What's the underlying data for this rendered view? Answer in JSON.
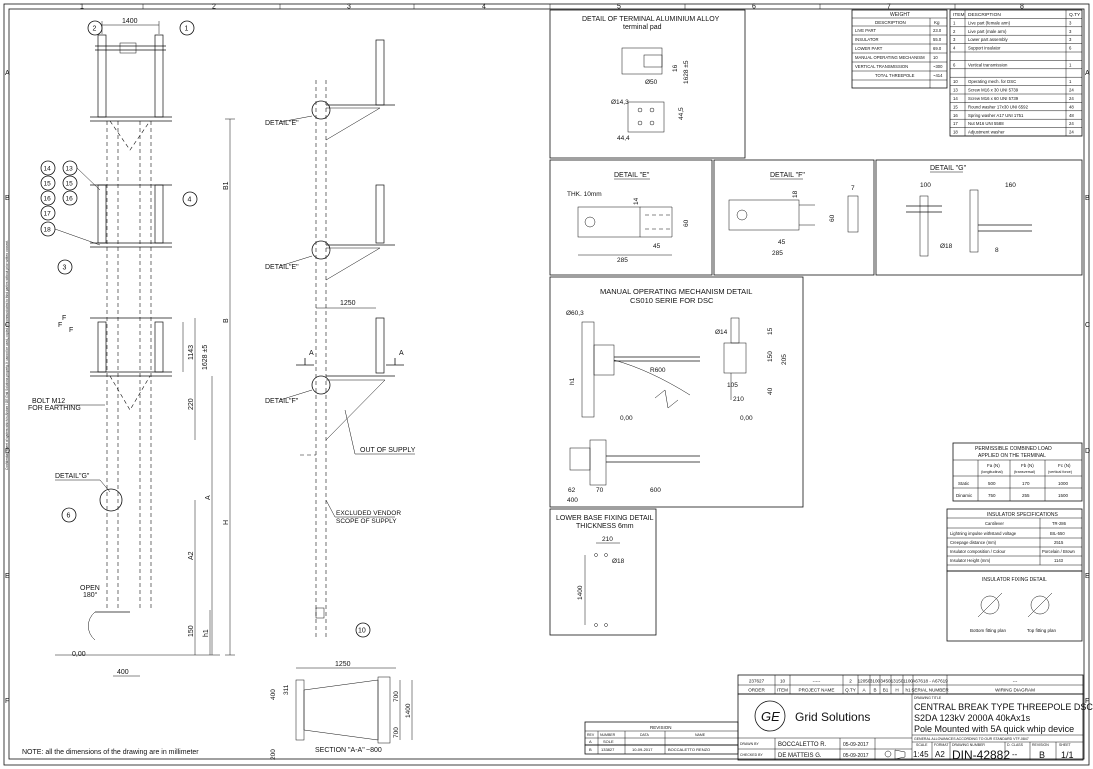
{
  "grid": {
    "cols": [
      "1",
      "2",
      "3",
      "4",
      "5",
      "6",
      "7",
      "8"
    ],
    "rows": [
      "A",
      "B",
      "C",
      "D",
      "E",
      "F"
    ]
  },
  "views": {
    "detail_e_callout": "DETAIL\"E\"",
    "detail_f_callout": "DETAIL\"F\"",
    "detail_g_callout": "DETAIL\"G\"",
    "bolt_label": "BOLT M12",
    "earthing_label": "FOR EARTHING",
    "open_label": "OPEN",
    "open_angle": "180°",
    "out_of_supply": "OUT OF SUPPLY",
    "excluded_vendor": "EXCLUDED VENDOR",
    "scope_supply": "SCOPE OF SUPPLY",
    "section_label": "SECTION \"A-A\"",
    "note": "NOTE: all the dimensions of the drawing are in millimeter",
    "section_mark": "A",
    "level": "0,00"
  },
  "dims": {
    "d1400": "1400",
    "d1250": "1250",
    "d400": "400",
    "dB1": "B1",
    "dB": "B",
    "dA": "A",
    "dH": "H",
    "dA2": "A2",
    "d150": "150",
    "dh1": "h1",
    "d1143": "1143",
    "d1628": "1628 ±5",
    "d220": "220",
    "d800": "~800",
    "d311": "311",
    "d700": "700",
    "d1400b": "1400",
    "d200": "200",
    "d400b": "400",
    "fb": "F",
    "fa": "F",
    "fc": "F",
    "item_nums": [
      "1",
      "2",
      "3",
      "4",
      "6",
      "10",
      "13",
      "14",
      "15",
      "15",
      "16",
      "16",
      "17",
      "18"
    ]
  },
  "detail_terminal": {
    "title": "DETAIL OF TERMINAL ALUMINIUM ALLOY",
    "subtitle": "terminal pad",
    "d1": "Ø50",
    "d2": "16",
    "d3": "1628 ±5",
    "d4": "Ø14,3",
    "d5": "44,5",
    "d6": "44,4"
  },
  "weight": {
    "title": "WEIGHT",
    "headers": [
      "DESCRIPTION",
      "Kg"
    ],
    "rows": [
      [
        "LIVE PART",
        "23.0"
      ],
      [
        "INSULATOR",
        "55.0"
      ],
      [
        "LOWER PART",
        "69.0"
      ],
      [
        "MANUAL OPERATING MECHANISM",
        "10"
      ],
      [
        "VERTICAL TRANSMISSION",
        "~300"
      ],
      [
        "TOTAL THREEPOLE",
        "~414"
      ]
    ]
  },
  "bom": {
    "headers": [
      "ITEM",
      "DESCRIPTION",
      "Q.TY"
    ],
    "rows": [
      [
        "1",
        "Live part (female arm)",
        "3"
      ],
      [
        "2",
        "Live part (male arm)",
        "3"
      ],
      [
        "3",
        "Lower part assembly",
        "3"
      ],
      [
        "4",
        "Support insulator",
        "6"
      ],
      [
        "",
        ""
      ],
      [
        "6",
        "Vertical transmission",
        "1"
      ],
      [
        "",
        ""
      ],
      [
        "10",
        "Operating mech. for DSC",
        "1"
      ],
      [
        "13",
        "Screw M16 x 30 UNI 5739",
        "24"
      ],
      [
        "14",
        "Screw M16 x 60 UNI 5739",
        "24"
      ],
      [
        "15",
        "Round washer 17x30 UNI 6592",
        "48"
      ],
      [
        "16",
        "Spring washer A17 UNI 1751",
        "48"
      ],
      [
        "17",
        "Nut M16 UNI 5588",
        "24"
      ],
      [
        "18",
        "Adjustment washer",
        "24"
      ]
    ]
  },
  "detail_e": {
    "title": "DETAIL \"E\"",
    "thk": "THK. 10mm",
    "d1": "14",
    "d2": "60",
    "d3": "45",
    "d4": "285"
  },
  "detail_f": {
    "title": "DETAIL \"F\"",
    "d1": "18",
    "d2": "7",
    "d3": "60",
    "d4": "45",
    "d5": "285"
  },
  "detail_g": {
    "title": "DETAIL \"G\"",
    "d1": "100",
    "d2": "160",
    "d3": "Ø18",
    "d4": "8"
  },
  "manual_mech": {
    "title": "MANUAL OPERATING MECHANISM DETAIL",
    "subtitle": "CS010 SERIE FOR DSC",
    "d1": "Ø60,3",
    "d2": "R600",
    "d3": "Ø14",
    "d4": "15",
    "d5": "150",
    "d6": "205",
    "d7": "105",
    "d8": "210",
    "d9": "40",
    "d10": "62",
    "d11": "70",
    "d12": "600",
    "d13": "400",
    "d14": "0,00",
    "d15": "0,00",
    "d16": "h1"
  },
  "lower_base": {
    "title": "LOWER BASE FIXING DETAIL",
    "subtitle": "THICKNESS 6mm",
    "d1": "210",
    "d2": "Ø18",
    "d3": "1400"
  },
  "load": {
    "title1": "PERMISSIBLE COMBINED LOAD",
    "title2": "APPLIED ON THE TERMINAL",
    "headers": [
      "",
      "Fa (N)",
      "Fb (N)",
      "Fc (N)"
    ],
    "sub": [
      "",
      "(longitudinal)",
      "(transversal)",
      "(vertical force)"
    ],
    "rows": [
      [
        "Static",
        "500",
        "170",
        "1000"
      ],
      [
        "Dinamic",
        "750",
        "255",
        "1500"
      ]
    ]
  },
  "insulator": {
    "title": "INSULATOR SPECIFICATIONS",
    "rows": [
      [
        "Cantilever",
        "TR-286"
      ],
      [
        "Lightning impulse withstand voltage",
        "BIL-550"
      ],
      [
        "Creepage distance (mm)",
        "2515"
      ],
      [
        "Insulator composition / Colour",
        "Porcelain / Brown"
      ],
      [
        "Insulator Height (mm)",
        "1143"
      ]
    ],
    "fixing_title": "INSULATOR FIXING DETAIL",
    "bottom": "Bottom fitting plan",
    "top": "Top fitting plan"
  },
  "order": {
    "values": [
      "237627",
      "10",
      "-----",
      "2",
      "12050",
      "3100",
      "3450",
      "13150",
      "1100",
      "A67618 - A67619",
      "---"
    ],
    "headers": [
      "ORDER",
      "ITEM",
      "PROJECT NAME",
      "Q.TY",
      "A",
      "B",
      "B1",
      "H",
      "h1",
      "SERIAL NUMBER",
      "WIRING DIAGRAM"
    ]
  },
  "revision": {
    "title": "REVISION",
    "headers": [
      "REV",
      "NUMBER",
      "DATA",
      "NAME"
    ],
    "rows": [
      [
        "A",
        "SOLE",
        "",
        ""
      ],
      [
        "B",
        "133827",
        "10-09-2017",
        "BOCCALETTO RENZO"
      ]
    ]
  },
  "title_block": {
    "brand": "Grid Solutions",
    "logo": "GE",
    "drawn_label": "DRAWN BY",
    "drawn": "BOCCALETTO R.",
    "drawn_date": "05-09-2017",
    "checked_label": "CHECKED BY",
    "checked": "DE MATTEIS G.",
    "checked_date": "05-09-2017",
    "drawing_title_label": "DRAWING TITLE",
    "line1": "CENTRAL BREAK TYPE THREEPOLE DSC.",
    "line2": "S2DA 123kV 2000A 40kAx1s",
    "line3": "Pole Mounted with 5A quick whip device",
    "gen_note": "GENERAL ALLOWANCES ACCORDING TO OUR STANDARD VTF-0847",
    "scale_label": "SCALE",
    "scale": "1:45",
    "format_label": "FORMAT",
    "format": "A2",
    "dwg_label": "DRAWING NUMBER",
    "dwg": "DIN-42882",
    "class_label": "D. CLASS",
    "class": "--",
    "rev_label": "REVISION",
    "rev": "B",
    "sheet_label": "SHEET",
    "sheet": "1/1"
  },
  "side_note": "Confidential. Sheet of system which is Alstom / GE Grid Solutions property. It cannot be used, copied or communicated to third parties without prior written consent."
}
